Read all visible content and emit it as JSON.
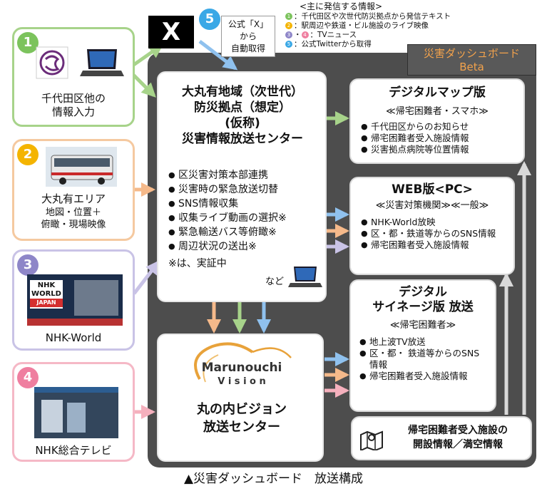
{
  "legend": {
    "title": "<主に発信する情報>",
    "items": [
      {
        "num": "1",
        "text": "：千代田区や次世代防災拠点から発信テキスト",
        "color": "#7cc35d"
      },
      {
        "num": "2",
        "text": "：駅周辺や鉄道・ビル施設のライブ映像",
        "color": "#f4b400"
      },
      {
        "num": "3",
        "num2": "4",
        "text": "：TVニュース",
        "color": "#8e86c8",
        "color2": "#ef7fa0"
      },
      {
        "num": "5",
        "text": "：公式Twitterから取得",
        "color": "#3aa8e6"
      }
    ]
  },
  "sources": [
    {
      "num": "1",
      "label": "千代田区他の\n情報入力",
      "color": "#7cc35d"
    },
    {
      "num": "2",
      "label": "大丸有エリア",
      "sub": "地図・位置＋\n俯瞰・現場映像",
      "color": "#f4b400"
    },
    {
      "num": "3",
      "label": "NHK-World",
      "color": "#8e86c8"
    },
    {
      "num": "4",
      "label": "NHK総合テレビ",
      "color": "#ef7fa0"
    }
  ],
  "twitter": {
    "num": "5",
    "label": "公式「X」\nから\n自動取得",
    "color": "#3aa8e6",
    "logo": "X"
  },
  "nhk_logo": {
    "l1": "NHK",
    "l2": "WORLD",
    "l3": "JAPAN"
  },
  "dashboard": {
    "title": "災害ダッシュボード",
    "sub": "Beta"
  },
  "center": {
    "title": "大丸有地域（次世代）\n防災拠点（想定）\n(仮称)\n災害情報放送センター",
    "items": [
      "区災害対策本部連携",
      "災害時の緊急放送切替",
      "SNS情報収集",
      "収集ライブ動画の選択※",
      "緊急輸送バス等俯瞰※",
      "周辺状況の送出※"
    ],
    "note": "※は、実証中",
    "etc": "など"
  },
  "vision": {
    "logo_l1": "Marunouchi",
    "logo_l2": "V i s i o n",
    "title": "丸の内ビジョン\n放送センター"
  },
  "outputs": [
    {
      "title": "デジタルマップ版",
      "sub": "≪帰宅困難者・スマホ≫",
      "items": [
        "千代田区からのお知らせ",
        "帰宅困難者受入施設情報",
        "災害拠点病院等位置情報"
      ]
    },
    {
      "title": "WEB版<PC>",
      "sub": "≪災害対策機関≫≪一般≫",
      "items": [
        "NHK-World放映",
        "区・都・鉄道等からのSNS情報",
        "帰宅困難者受入施設情報"
      ]
    },
    {
      "title": "デジタル\nサイネージ版 放送",
      "sub": "≪帰宅困難者≫",
      "items": [
        "地上波TV放送",
        "区・都・ 鉄道等からのSNS情報",
        "帰宅困難者受入施設情報"
      ]
    }
  ],
  "facility": {
    "text": "帰宅困難者受入施設の\n開設情報／満空情報"
  },
  "caption": "▲災害ダッシュボード　放送構成"
}
